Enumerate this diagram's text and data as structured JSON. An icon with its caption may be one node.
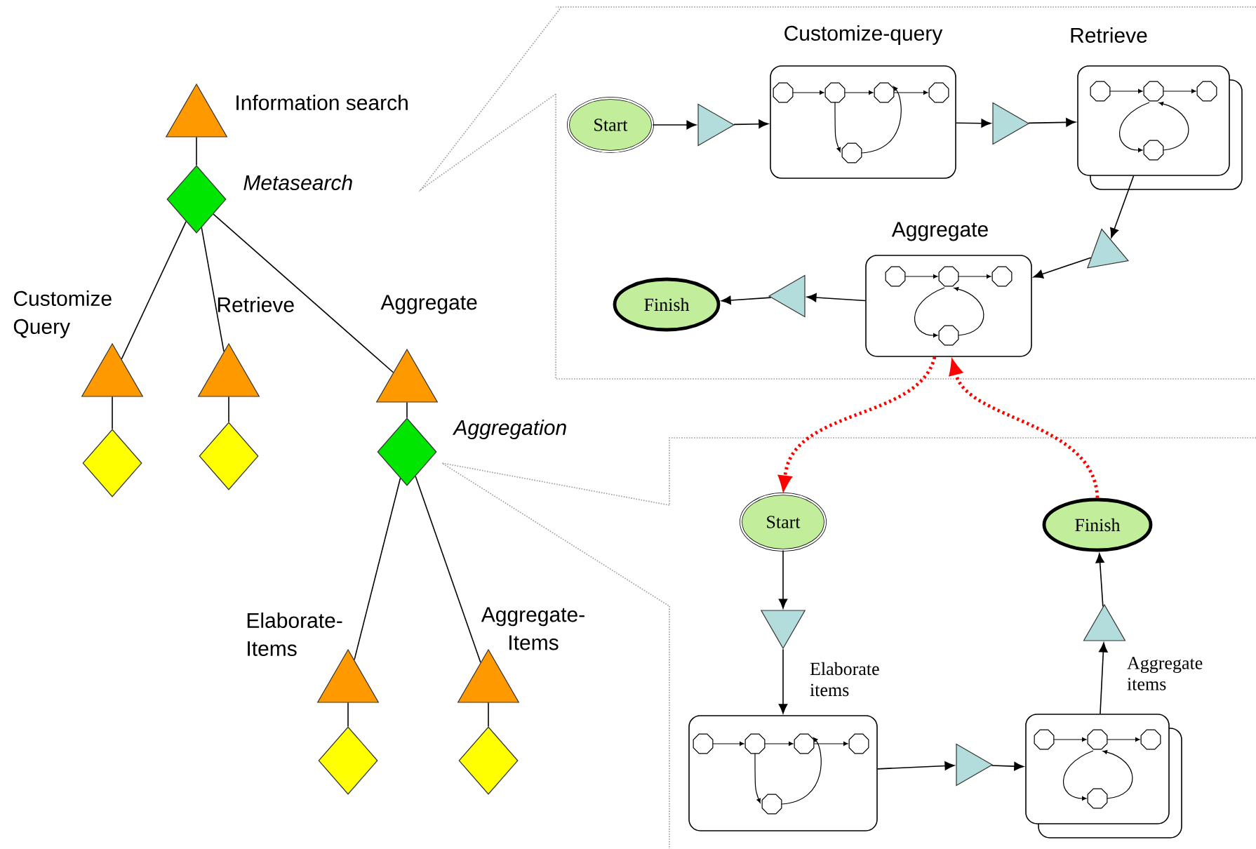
{
  "diagram": {
    "nodes": [
      {
        "text": [
          "Information search"
        ]
      },
      {
        "text": [
          "*Metasearch*"
        ]
      },
      {
        "text": [
          "Customize Query"
        ]
      },
      {
        "text": [],
        "shape": "diamond"
      },
      {
        "text": [
          "Retrieve"
        ]
      },
      {
        "text": [],
        "shape": "diamond"
      },
      {
        "text": [
          "Aggregate"
        ]
      },
      {
        "text": [
          "*Aggregation*"
        ]
      },
      {
        "text": [
          "Elaborate- Items"
        ]
      },
      {
        "text": [],
        "shape": "diamond"
      },
      {
        "text": [
          "Aggregate- Items"
        ]
      },
      {
        "text": [],
        "shape": "diamond"
      },
      {
        "text": [],
        "shape": "box"
      },
      {
        "text": [
          "Start"
        ],
        "in": 12
      },
      {
        "text": [],
        "shape": "triangle",
        "in": 12
      },
      {
        "text": [
          "Customize-query"
        ],
        "in": 12
      },
      {
        "text": [],
        "shape": "triangle",
        "in": 12
      },
      {
        "text": [
          "Retrieve"
        ],
        "in": 12
      },
      {
        "text": [],
        "shape": "triangle",
        "in": 12
      },
      {
        "text": [
          "Aggregate"
        ],
        "in": 12
      },
      {
        "text": [],
        "shape": "triangle",
        "in": 12
      },
      {
        "text": [
          "Finish"
        ],
        "in": 12
      },
      {
        "text": [],
        "shape": "box"
      },
      {
        "text": [
          "Start"
        ],
        "in": 22
      },
      {
        "text": [],
        "shape": "triangle",
        "in": 22
      },
      {
        "text": [],
        "shape": "box",
        "in": 22
      },
      {
        "text": [],
        "shape": "triangle",
        "in": 22
      },
      {
        "text": [],
        "shape": "box",
        "in": 22
      },
      {
        "text": [],
        "shape": "triangle",
        "in": 22
      },
      {
        "text": [
          "Finish"
        ],
        "in": 22
      }
    ],
    "edges": [
      {
        "from": 0,
        "to": 1,
        "arrow": "none"
      },
      {
        "from": 1,
        "to": 2,
        "arrow": "none"
      },
      {
        "from": 1,
        "to": 4,
        "arrow": "none"
      },
      {
        "from": 1,
        "to": 6,
        "arrow": "none"
      },
      {
        "from": 2,
        "to": 3,
        "arrow": "none"
      },
      {
        "from": 4,
        "to": 5,
        "arrow": "none"
      },
      {
        "from": 6,
        "to": 7,
        "arrow": "none"
      },
      {
        "from": 7,
        "to": 8,
        "arrow": "none"
      },
      {
        "from": 7,
        "to": 10,
        "arrow": "none"
      },
      {
        "from": 8,
        "to": 9,
        "arrow": "none"
      },
      {
        "from": 10,
        "to": 11,
        "arrow": "none"
      },
      {
        "from": 13,
        "to": 14,
        "arrow": "to"
      },
      {
        "from": 14,
        "to": 15,
        "arrow": "to"
      },
      {
        "from": 15,
        "to": 16,
        "arrow": "to"
      },
      {
        "from": 16,
        "to": 17,
        "arrow": "to"
      },
      {
        "from": 17,
        "to": 18,
        "arrow": "to"
      },
      {
        "from": 18,
        "to": 19,
        "arrow": "to"
      },
      {
        "from": 19,
        "to": 20,
        "arrow": "to"
      },
      {
        "from": 20,
        "to": 21,
        "arrow": "to"
      },
      {
        "from": 23,
        "to": 24,
        "arrow": "to"
      },
      {
        "from": 24,
        "to": 25,
        "arrow": "to",
        "label": "Elaborate items"
      },
      {
        "from": 25,
        "to": 26,
        "arrow": "to"
      },
      {
        "from": 26,
        "to": 27,
        "arrow": "to"
      },
      {
        "from": 27,
        "to": 28,
        "arrow": "to",
        "label": "Aggregate items"
      },
      {
        "from": 28,
        "to": 29,
        "arrow": "to"
      },
      {
        "from": 19,
        "to": 23,
        "arrow": "to",
        "style": "dashed",
        "color": "#ff0000"
      },
      {
        "from": 29,
        "to": 19,
        "arrow": "to",
        "style": "dashed",
        "color": "#ff0000"
      }
    ]
  }
}
